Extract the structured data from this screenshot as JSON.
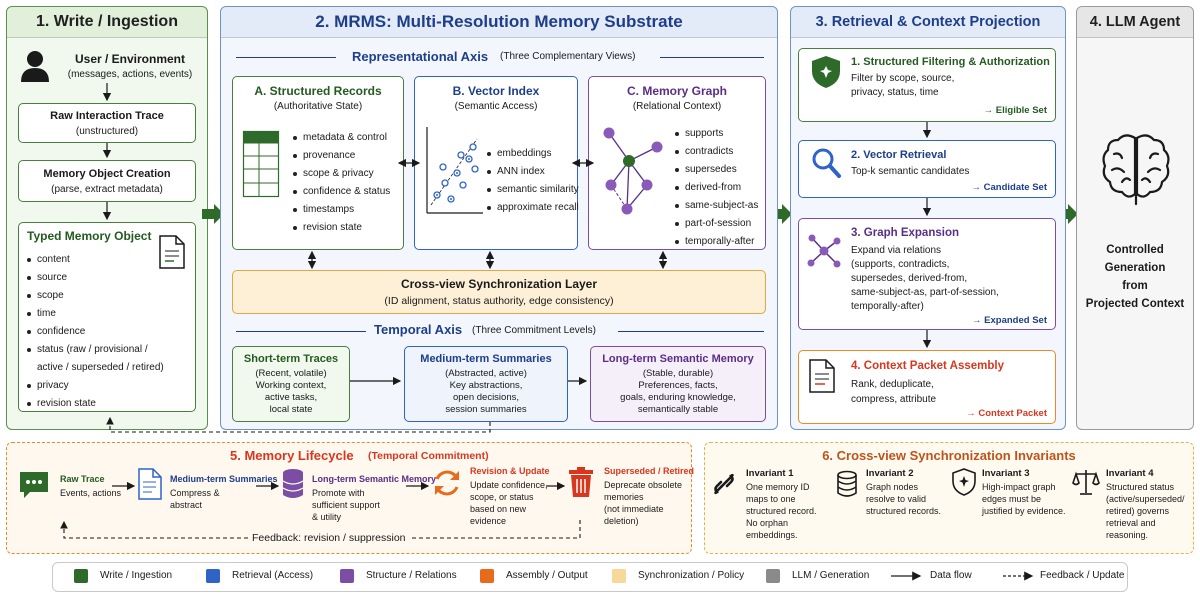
{
  "colors": {
    "green": "#2e6b2b",
    "blue": "#2f63c8",
    "purple": "#7b4ea3",
    "orange": "#e86a1d",
    "sync": "#f4c86a",
    "gray": "#8a8a8a",
    "red": "#d9361e"
  },
  "ingestion": {
    "title": "1. Write / Ingestion",
    "user_title": "User / Environment",
    "user_sub": "(messages, actions, events)",
    "raw_title": "Raw Interaction Trace",
    "raw_sub": "(unstructured)",
    "moc_title": "Memory Object Creation",
    "moc_sub": "(parse, extract metadata)",
    "typed_title": "Typed Memory Object",
    "typed_items": [
      "content",
      "source",
      "scope",
      "time",
      "confidence",
      "status (raw / provisional /",
      "active / superseded / retired)",
      "privacy",
      "revision state"
    ]
  },
  "mrms": {
    "title": "2. MRMS: Multi-Resolution Memory Substrate",
    "rep_axis": "Representational Axis",
    "rep_axis_sub": "(Three Complementary Views)",
    "a_title": "A. Structured Records",
    "a_sub": "(Authoritative State)",
    "a_items": [
      "metadata & control",
      "provenance",
      "scope & privacy",
      "confidence & status",
      "timestamps",
      "revision state"
    ],
    "b_title": "B. Vector Index",
    "b_sub": "(Semantic Access)",
    "b_items": [
      "embeddings",
      "ANN index",
      "semantic similarity",
      "approximate recall"
    ],
    "c_title": "C. Memory Graph",
    "c_sub": "(Relational Context)",
    "c_items": [
      "supports",
      "contradicts",
      "supersedes",
      "derived-from",
      "same-subject-as",
      "part-of-session",
      "temporally-after"
    ],
    "sync_title": "Cross-view Synchronization Layer",
    "sync_sub": "(ID alignment, status authority, edge consistency)",
    "temp_axis": "Temporal Axis",
    "temp_axis_sub": "(Three Commitment Levels)",
    "st_title": "Short-term Traces",
    "st_lines": [
      "(Recent, volatile)",
      "Working context,",
      "active tasks,",
      "local state"
    ],
    "mt_title": "Medium-term Summaries",
    "mt_lines": [
      "(Abstracted, active)",
      "Key abstractions,",
      "open decisions,",
      "session summaries"
    ],
    "lt_title": "Long-term Semantic Memory",
    "lt_lines": [
      "(Stable, durable)",
      "Preferences, facts,",
      "goals, enduring knowledge,",
      "semantically stable"
    ]
  },
  "retrieval": {
    "title": "3. Retrieval & Context Projection",
    "s1_title": "1. Structured Filtering & Authorization",
    "s1_lines": [
      "Filter by scope, source,",
      "privacy, status, time"
    ],
    "s1_out": "→ Eligible Set",
    "s2_title": "2. Vector Retrieval",
    "s2_lines": [
      "Top-k semantic candidates"
    ],
    "s2_out": "→ Candidate Set",
    "s3_title": "3. Graph Expansion",
    "s3_lines": [
      "Expand via relations",
      "(supports, contradicts,",
      "supersedes, derived-from,",
      "same-subject-as, part-of-session,",
      "temporally-after)"
    ],
    "s3_out": "→ Expanded Set",
    "s4_title": "4. Context Packet Assembly",
    "s4_lines": [
      "Rank, deduplicate,",
      "compress, attribute"
    ],
    "s4_out": "→ Context Packet"
  },
  "agent": {
    "title": "4. LLM Agent",
    "lines": [
      "Controlled",
      "Generation",
      "from",
      "Projected Context"
    ]
  },
  "lifecycle": {
    "title": "5. Memory Lifecycle",
    "title_sub": "(Temporal Commitment)",
    "steps": [
      {
        "title": "Raw Trace",
        "lines": [
          "Events, actions"
        ]
      },
      {
        "title": "Medium-term Summaries",
        "lines": [
          "Compress &",
          "abstract"
        ]
      },
      {
        "title": "Long-term Semantic Memory",
        "lines": [
          "Promote with",
          "sufficient support",
          "& utility"
        ]
      },
      {
        "title": "Revision & Update",
        "lines": [
          "Update confidence,",
          "scope, or status",
          "based on new",
          "evidence"
        ]
      },
      {
        "title": "Superseded / Retired",
        "lines": [
          "Deprecate obsolete",
          "memories",
          "(not immediate",
          "deletion)"
        ]
      }
    ],
    "feedback": "Feedback: revision / suppression"
  },
  "invariants": {
    "title": "6. Cross-view Synchronization Invariants",
    "items": [
      {
        "title": "Invariant 1",
        "lines": [
          "One memory ID",
          "maps to one",
          "structured record.",
          "No orphan",
          "embeddings."
        ]
      },
      {
        "title": "Invariant 2",
        "lines": [
          "Graph nodes",
          "resolve to valid",
          "structured records."
        ]
      },
      {
        "title": "Invariant 3",
        "lines": [
          "High-impact graph",
          "edges must be",
          "justified by evidence."
        ]
      },
      {
        "title": "Invariant 4",
        "lines": [
          "Structured status",
          "(active/superseded/",
          "retired) governs",
          "retrieval and",
          "reasoning."
        ]
      }
    ]
  },
  "legend": {
    "items": [
      "Write / Ingestion",
      "Retrieval (Access)",
      "Structure / Relations",
      "Assembly / Output",
      "Synchronization / Policy",
      "LLM / Generation",
      "Data flow",
      "Feedback / Update"
    ]
  }
}
